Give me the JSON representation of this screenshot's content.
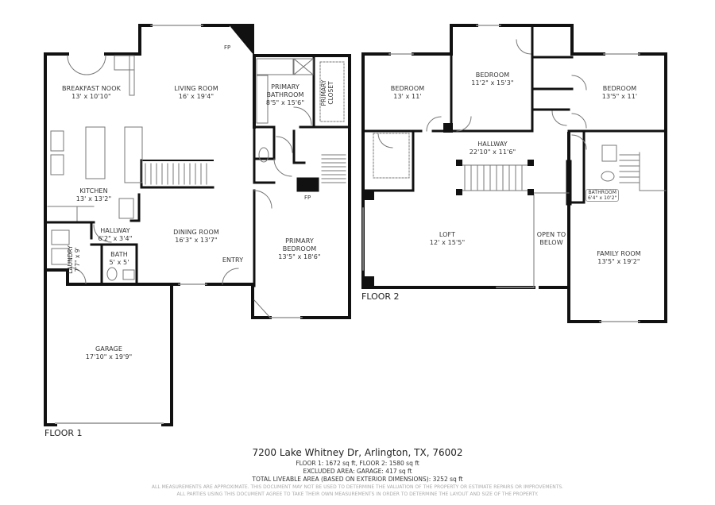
{
  "floor1": {
    "label": "FLOOR 1",
    "rooms": {
      "breakfast_nook": {
        "name": "BREAKFAST NOOK",
        "dims": "13' x 10'10\""
      },
      "living_room": {
        "name": "LIVING ROOM",
        "dims": "16' x 19'4\""
      },
      "primary_bathroom": {
        "name1": "PRIMARY",
        "name2": "BATHROOM",
        "dims": "8'5\" x 15'6\""
      },
      "primary_closet": {
        "name1": "PRIMARY",
        "name2": "CLOSET"
      },
      "kitchen": {
        "name": "KITCHEN",
        "dims": "13' x 13'2\""
      },
      "hallway": {
        "name": "HALLWAY",
        "dims": "6'2\" x 3'4\""
      },
      "dining_room": {
        "name": "DINING ROOM",
        "dims": "16'3\" x 13'7\""
      },
      "laundry": {
        "name": "LAUNDRY",
        "dims": "7'7\" x 9'"
      },
      "bath": {
        "name": "BATH",
        "dims": "5' x 5'"
      },
      "entry": {
        "name": "ENTRY"
      },
      "primary_bedroom": {
        "name1": "PRIMARY",
        "name2": "BEDROOM",
        "dims": "13'5\" x 18'6\""
      },
      "garage": {
        "name": "GARAGE",
        "dims": "17'10\" x 19'9\""
      }
    },
    "fireplace_labels": [
      "FP",
      "FP"
    ]
  },
  "floor2": {
    "label": "FLOOR 2",
    "rooms": {
      "bedroom_left": {
        "name": "BEDROOM",
        "dims": "13' x 11'"
      },
      "bedroom_middle": {
        "name": "BEDROOM",
        "dims": "11'2\" x 15'3\""
      },
      "bedroom_right": {
        "name": "BEDROOM",
        "dims": "13'5\" x 11'"
      },
      "hallway": {
        "name": "HALLWAY",
        "dims": "22'10\" x 11'6\""
      },
      "bathroom": {
        "name": "BATHROOM",
        "dims": "6'4\" x 10'2\""
      },
      "loft": {
        "name": "LOFT",
        "dims": "12' x 15'5\""
      },
      "open_to_below": {
        "name1": "OPEN TO",
        "name2": "BELOW"
      },
      "family_room": {
        "name": "FAMILY ROOM",
        "dims": "13'5\" x 19'2\""
      }
    }
  },
  "footer": {
    "address": "7200 Lake Whitney Dr, Arlington, TX, 76002",
    "floor_areas": "FLOOR 1: 1672 sq ft, FLOOR 2: 1580 sq ft",
    "excluded_area": "EXCLUDED AREA: GARAGE: 417 sq ft",
    "total_area": "TOTAL LIVEABLE AREA (BASED ON EXTERIOR DIMENSIONS): 3252 sq ft",
    "disclaimer1": "ALL MEASUREMENTS ARE APPROXIMATE. THIS DOCUMENT MAY NOT BE USED TO DETERMINE THE VALUATION OF THE PROPERTY OR ESTIMATE REPAIRS OR IMPROVEMENTS.",
    "disclaimer2": "ALL PARTIES USING THIS DOCUMENT AGREE TO TAKE THEIR OWN MEASUREMENTS IN ORDER TO DETERMINE THE LAYOUT AND SIZE OF THE PROPERTY."
  }
}
